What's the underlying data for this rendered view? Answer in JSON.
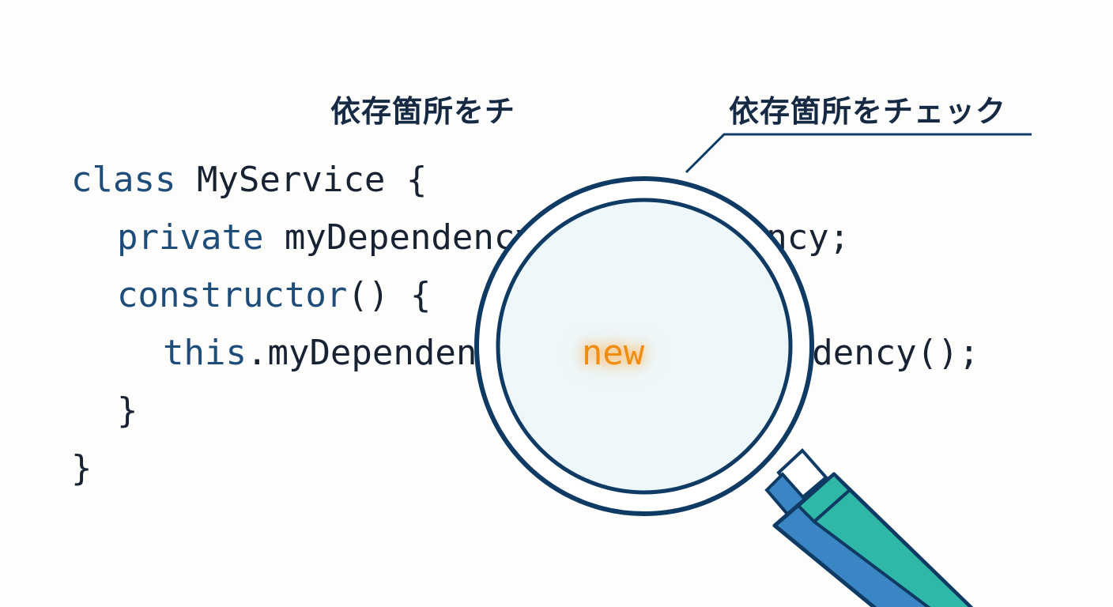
{
  "captions": {
    "left": "依存箇所をチ",
    "right": "依存箇所をチェック"
  },
  "code": {
    "line1": {
      "kw": "class",
      "rest": " MyService {"
    },
    "line2": {
      "kw": "private",
      "rest": " myDependency: MyDependency;"
    },
    "line3": {
      "kw": "constructor",
      "rest": "() {"
    },
    "line4": {
      "kw": "this",
      "mid": ".myDependency = ",
      "hl": "new",
      "rest": " MyDependency();"
    },
    "line5": {
      "text": "}"
    },
    "line6": {
      "text": "}"
    }
  },
  "colors": {
    "keyword": "#1f4d7a",
    "text": "#172233",
    "highlight": "#f08c10",
    "magnifier_ring": "#0f3a63",
    "lens_fill": "#e8f4f8",
    "handle_teal": "#2fb7a8",
    "handle_blue": "#3a86c4"
  },
  "icons": {
    "magnifier": "magnifying-glass-icon"
  }
}
